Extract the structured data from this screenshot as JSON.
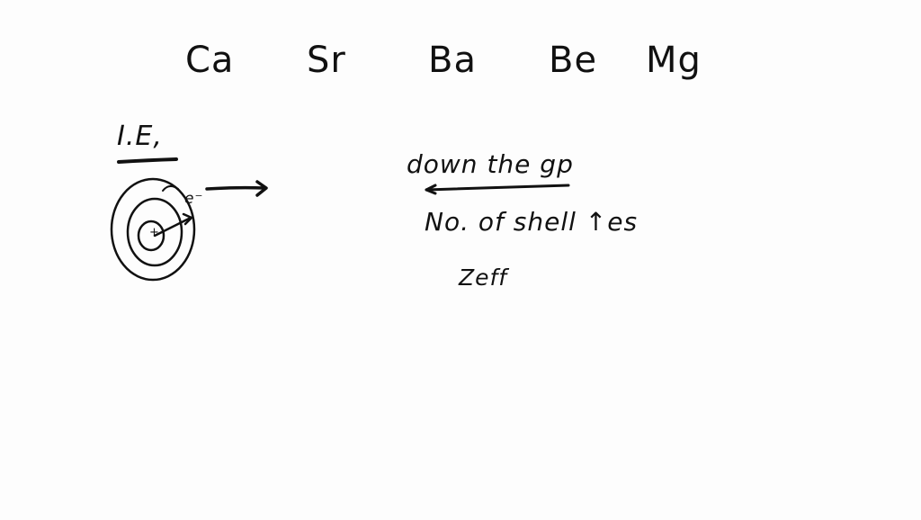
{
  "elements": [
    "Ca",
    "Sr",
    "Ba",
    "Be",
    "Mg"
  ],
  "ionization_label": "I.E,",
  "atom_diagram": {
    "electron_label": "e⁻",
    "nucleus_label": "+"
  },
  "notes": {
    "trend": "down the gp",
    "shells": "No. of shell ↑es",
    "zeff": "Zeff"
  },
  "colors": {
    "ink": "#111111",
    "background": "#fdfdfd"
  }
}
